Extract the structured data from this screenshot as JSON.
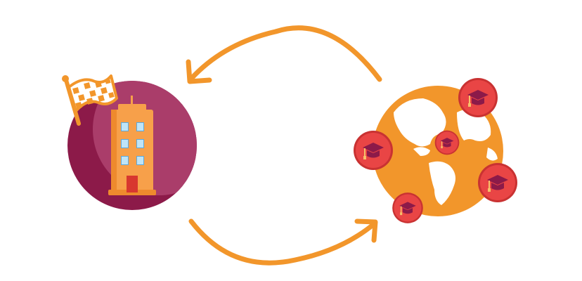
{
  "colors": {
    "background": "#ffffff",
    "arrow": "#f2962b",
    "origin_circle_dark": "#8c1a49",
    "origin_circle_light": "#aa3d6a",
    "building_body": "#f7a04a",
    "building_shade": "#ee8a2d",
    "building_window": "#bfe4f8",
    "building_window_frame": "#5aa8dd",
    "building_door": "#d8372f",
    "flag_pole": "#f2962b",
    "flag_check_dark": "#f2962b",
    "flag_check_light": "#ffffff",
    "globe_ocean": "#f2962b",
    "globe_land": "#ffffff",
    "badge_fill": "#e94545",
    "badge_shadow": "#c93232",
    "cap_color": "#8c1a49",
    "tassel_color": "#f7c06a"
  },
  "icons": {
    "origin": "office-building-icon",
    "start": "checkered-flag-icon",
    "destination": "globe-icon",
    "badge": "graduation-cap-icon",
    "flow_top": "curved-arrow-left-icon",
    "flow_bottom": "curved-arrow-right-icon"
  },
  "badges": [
    {
      "id": "top-right"
    },
    {
      "id": "left"
    },
    {
      "id": "center"
    },
    {
      "id": "right"
    },
    {
      "id": "bottom"
    }
  ]
}
